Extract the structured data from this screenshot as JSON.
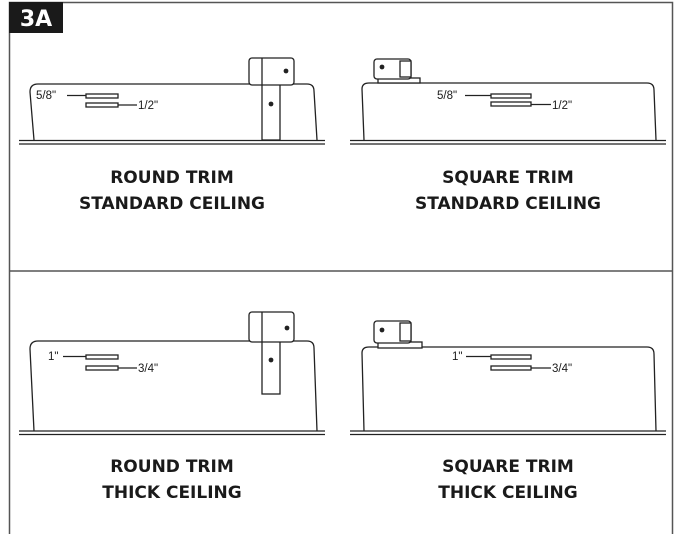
{
  "figure_label": "3A",
  "panels": [
    {
      "caption_line1": "ROUND TRIM",
      "caption_line2": "STANDARD CEILING",
      "dim_upper": "5/8\"",
      "dim_lower": "1/2\""
    },
    {
      "caption_line1": "SQUARE TRIM",
      "caption_line2": "STANDARD CEILING",
      "dim_upper": "5/8\"",
      "dim_lower": "1/2\""
    },
    {
      "caption_line1": "ROUND TRIM",
      "caption_line2": "THICK CEILING",
      "dim_upper": "1\"",
      "dim_lower": "3/4\""
    },
    {
      "caption_line1": "SQUARE TRIM",
      "caption_line2": "THICK CEILING",
      "dim_upper": "1\"",
      "dim_lower": "3/4\""
    }
  ]
}
